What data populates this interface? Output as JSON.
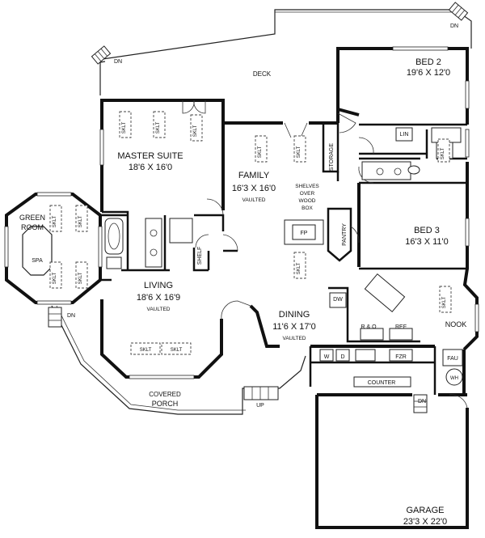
{
  "rooms": {
    "bed2": {
      "name": "BED 2",
      "dims": "19'6 X 12'0"
    },
    "master": {
      "name": "MASTER SUITE",
      "dims": "18'6 X 16'0"
    },
    "family": {
      "name": "FAMILY",
      "dims": "16'3 X 16'0",
      "note": "VAULTED"
    },
    "green": {
      "name_line1": "GREEN",
      "name_line2": "ROOM"
    },
    "bed3": {
      "name": "BED 3",
      "dims": "16'3 X 11'0"
    },
    "living": {
      "name": "LIVING",
      "dims": "18'6 X 16'9",
      "note": "VAULTED"
    },
    "dining": {
      "name": "DINING",
      "dims": "11'6 X 17'0",
      "note": "VAULTED"
    },
    "garage": {
      "name": "GARAGE",
      "dims": "23'3 X 22'0"
    }
  },
  "labels": {
    "deck": "DECK",
    "dn": "DN",
    "up": "UP",
    "spa": "SPA",
    "storage": "STORAGE",
    "lin": "LIN",
    "shelves": [
      "SHELVES",
      "OVER",
      "WOOD",
      "BOX"
    ],
    "fp": "FP",
    "pantry": "PANTRY",
    "shelf": "SHELF",
    "dw": "DW",
    "ro": "R & O",
    "ref": "REF",
    "nook": "NOOK",
    "w": "W",
    "d": "D",
    "fzr": "FZR",
    "fau": "FAU",
    "wh": "WH",
    "counter": "COUNTER",
    "porch_line1": "COVERED",
    "porch_line2": "PORCH",
    "sklt": "SKLT"
  }
}
